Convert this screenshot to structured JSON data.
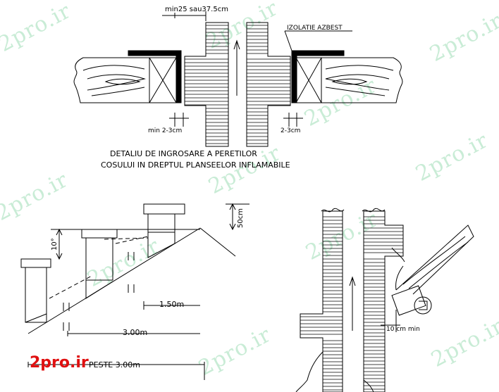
{
  "watermark": "2pro.ir",
  "brand": "2pro.ir",
  "top_detail": {
    "dim_top": "min25 sau37.5cm",
    "insulation_label": "IZOLATIE AZBEST",
    "gap_left": "min 2-3cm",
    "gap_right": "2-3cm",
    "caption_line1": "DETALIU DE INGROSARE A PERETILOR",
    "caption_line2": "COSULUI IN DREPTUL PLANSEELOR INFLAMABILE"
  },
  "roof_detail": {
    "height_label": "50cm",
    "angle_label": "10°",
    "dist1": "1.50m",
    "dist2": "3.00m",
    "dist3": "PESTE  3.00m"
  },
  "section_detail": {
    "clearance": "10 cm min"
  },
  "colors": {
    "line": "#000000",
    "watermark": "#c9ecd6",
    "brand": "#e01010"
  }
}
